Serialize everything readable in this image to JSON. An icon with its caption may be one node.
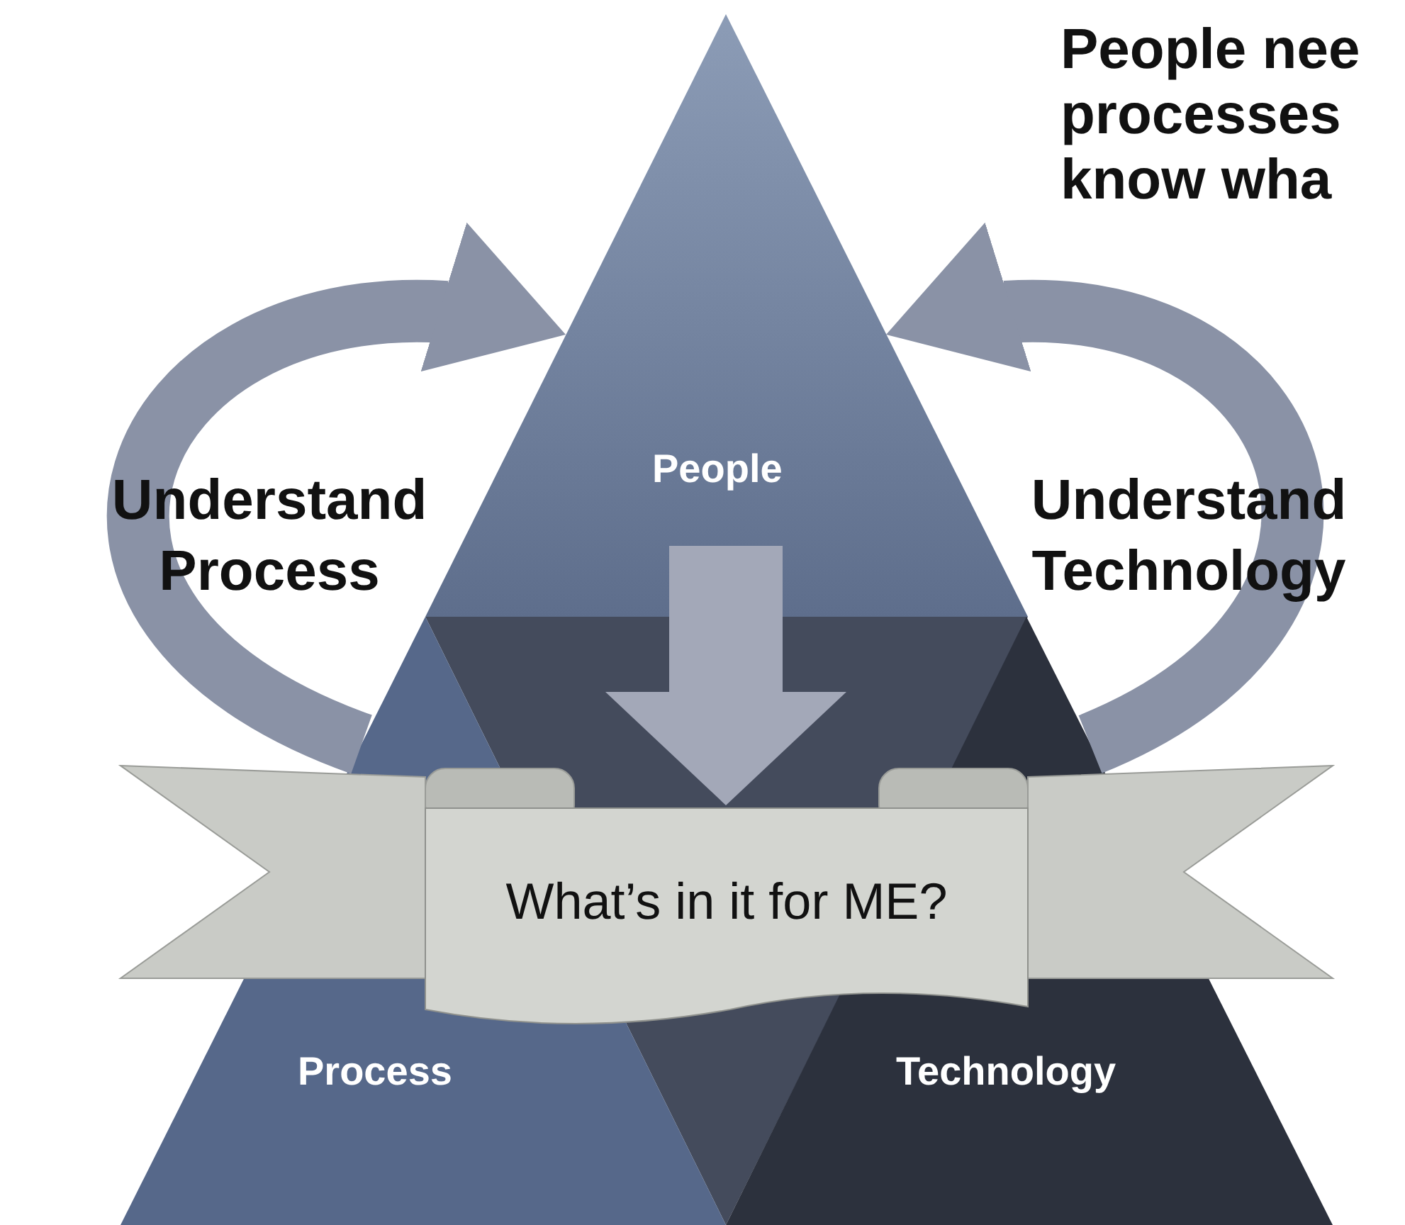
{
  "diagram": {
    "title": "People nee processes know wha",
    "nodes": [
      {
        "text": [
          "People"
        ]
      },
      {
        "text": [
          "Process"
        ]
      },
      {
        "text": [
          "Technology"
        ]
      },
      {
        "text": [
          "What’s in it for ME?"
        ]
      }
    ],
    "edges": [
      {
        "from": 1,
        "to": 0,
        "arrow": "to",
        "label": "Understand Process"
      },
      {
        "from": 2,
        "to": 0,
        "arrow": "to",
        "label": "Understand Technology"
      },
      {
        "from": 0,
        "to": 3,
        "arrow": "to"
      }
    ]
  }
}
